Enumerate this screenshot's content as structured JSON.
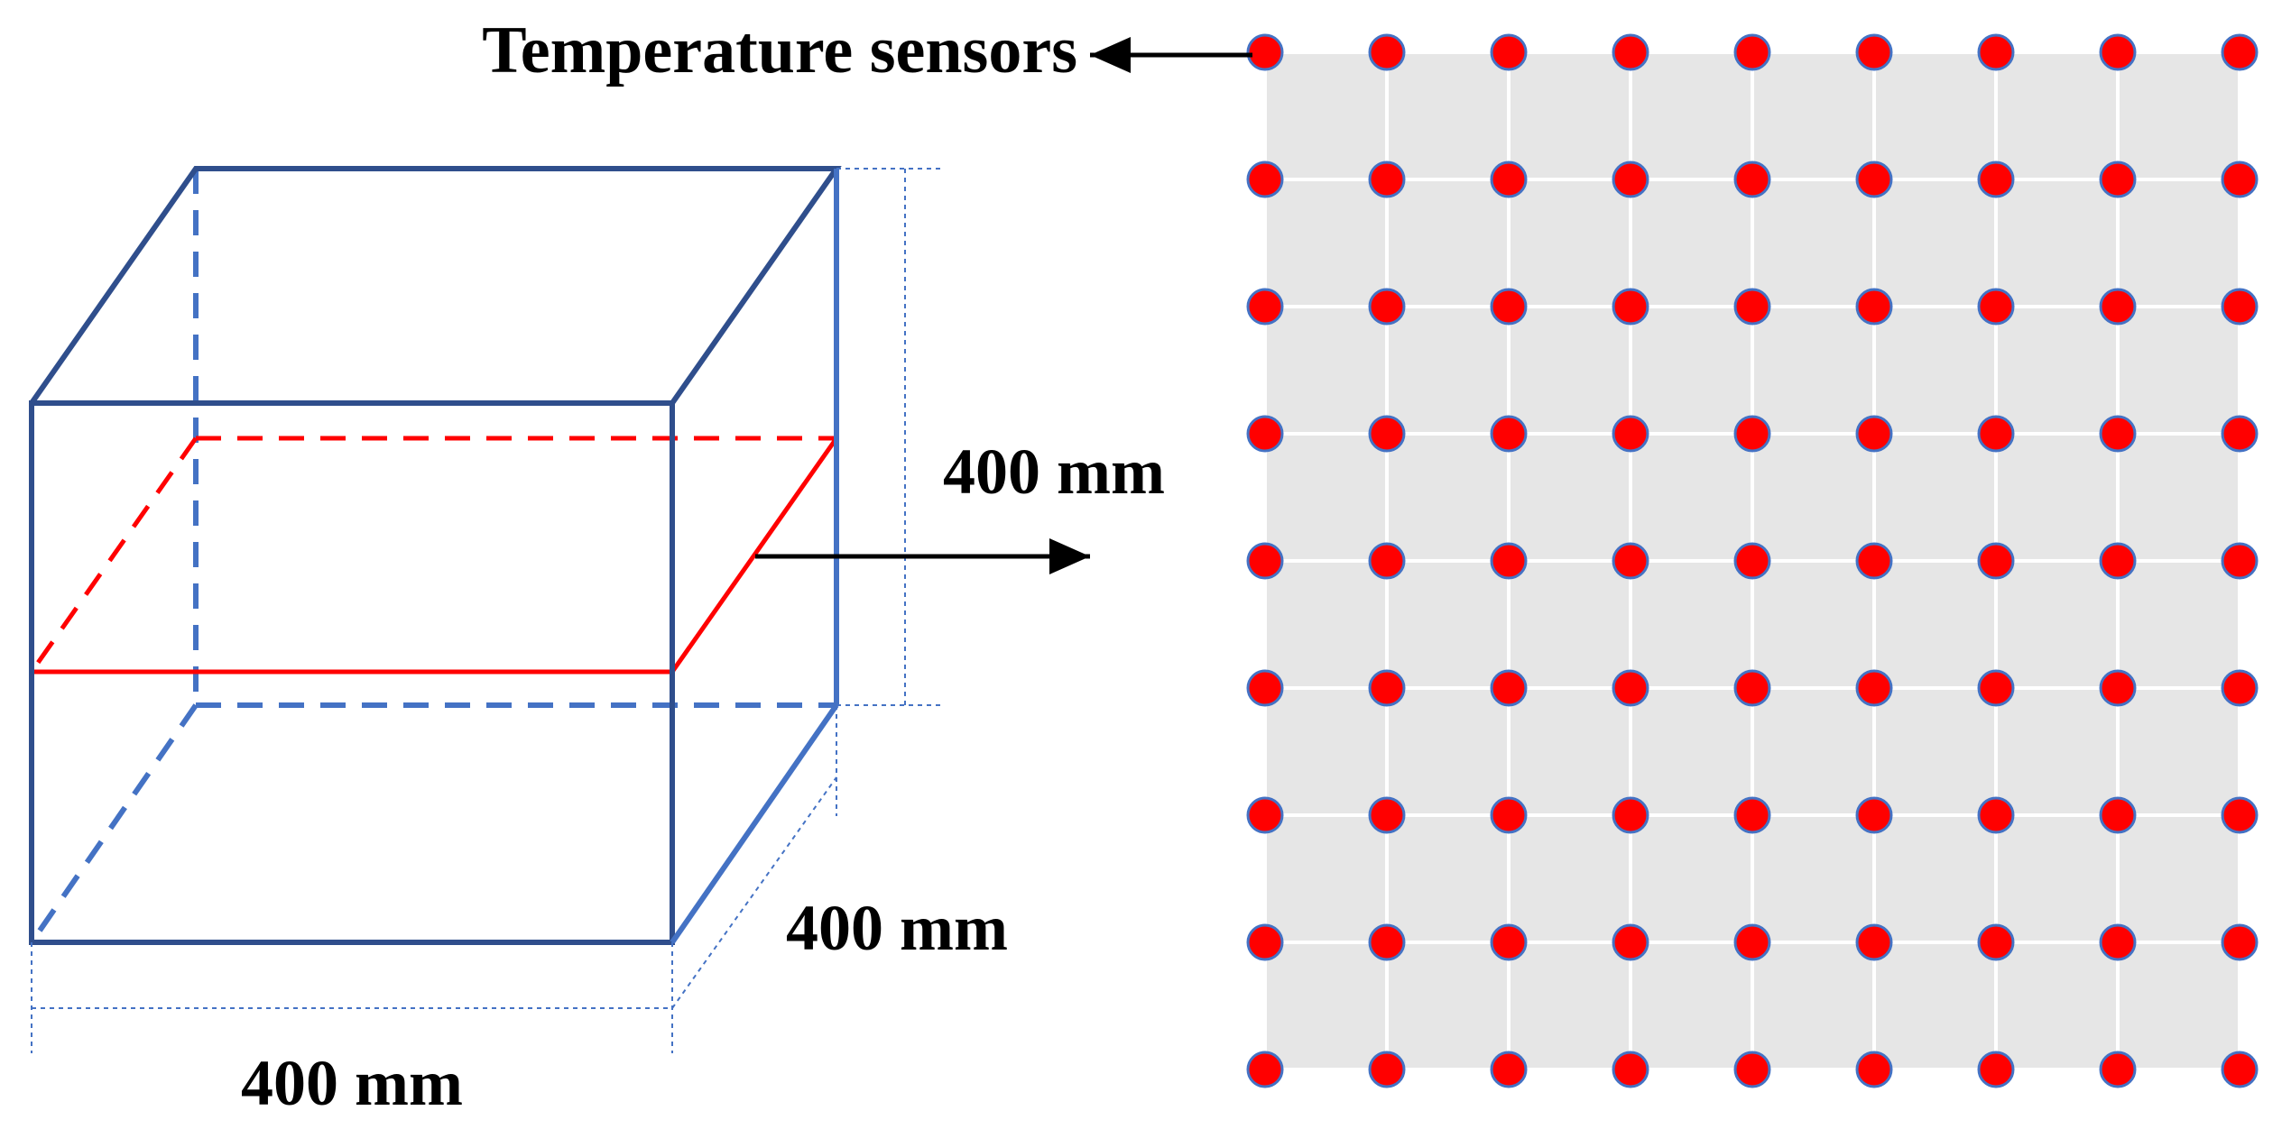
{
  "labels": {
    "sensors": "Temperature sensors",
    "height": "400 mm",
    "depth": "400 mm",
    "width": "400 mm"
  },
  "grid": {
    "rows": 9,
    "columns": 9
  },
  "colors": {
    "box_edge": "#2F4E8C",
    "box_edge_light": "#4472C4",
    "section_plane": "#FF0000",
    "dimension_line": "#4472C4",
    "grid_background": "#E6E6E6",
    "grid_line": "#FFFFFF",
    "sensor_fill": "#FF0000",
    "sensor_outline": "#4472C4",
    "arrow": "#000000"
  }
}
